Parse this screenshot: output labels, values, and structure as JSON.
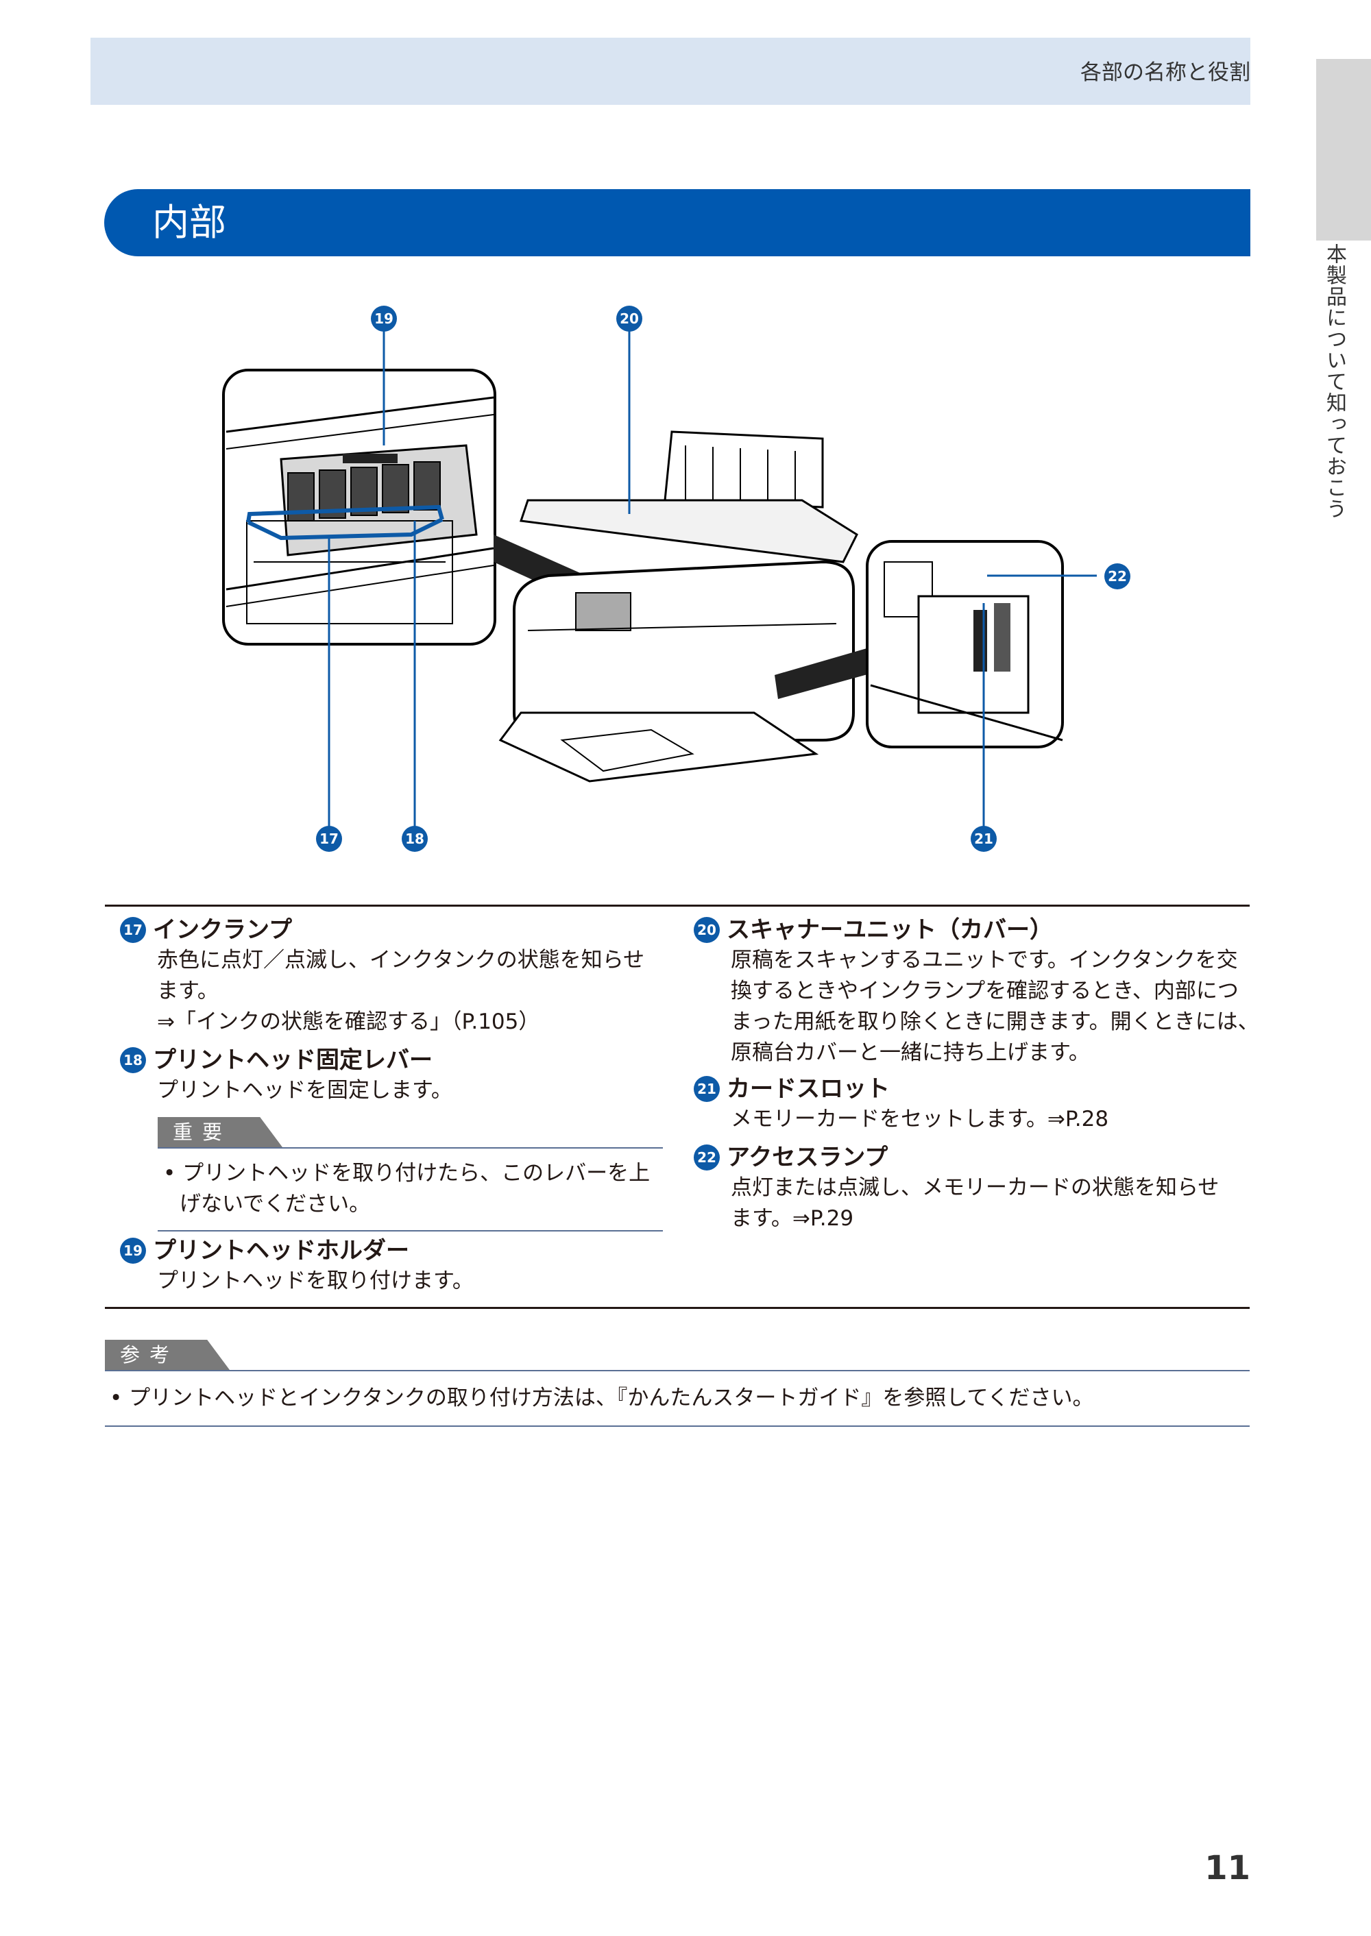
{
  "header": {
    "chapter_title": "各部の名称と役割"
  },
  "side_tab": {
    "label": "本製品について知っておこう"
  },
  "section": {
    "title": "内部"
  },
  "figure": {
    "callouts": {
      "c17": "17",
      "c18": "18",
      "c19": "19",
      "c20": "20",
      "c21": "21",
      "c22": "22"
    }
  },
  "items": {
    "i17": {
      "num": "17",
      "title": "インクランプ",
      "desc_1": "赤色に点灯／点滅し、インクタンクの状態を知らせ",
      "desc_2": "ます。",
      "ref": "⇒「インクの状態を確認する」（P.105）"
    },
    "i18": {
      "num": "18",
      "title": "プリントヘッド固定レバー",
      "desc": "プリントヘッドを固定します。"
    },
    "important": {
      "label": "重要",
      "bullet_1": "• プリントヘッドを取り付けたら、このレバーを上",
      "bullet_2": "げないでください。"
    },
    "i19": {
      "num": "19",
      "title": "プリントヘッドホルダー",
      "desc": "プリントヘッドを取り付けます。"
    },
    "i20": {
      "num": "20",
      "title": "スキャナーユニット（カバー）",
      "desc_1": "原稿をスキャンするユニットです。インクタンクを交",
      "desc_2": "換するときやインクランプを確認するとき、内部につ",
      "desc_3": "まった用紙を取り除くときに開きます。開くときには、",
      "desc_4": "原稿台カバーと一緒に持ち上げます。"
    },
    "i21": {
      "num": "21",
      "title": "カードスロット",
      "desc": "メモリーカードをセットします。⇒P.28"
    },
    "i22": {
      "num": "22",
      "title": "アクセスランプ",
      "desc_1": "点灯または点滅し、メモリーカードの状態を知らせ",
      "desc_2": "ます。⇒P.29"
    }
  },
  "reference": {
    "label": "参考",
    "bullet": "• プリントヘッドとインクタンクの取り付け方法は、『かんたんスタートガイド』を参照してください。"
  },
  "page_number": "11",
  "colors": {
    "accent_blue": "#0058b0",
    "header_band": "#d9e4f2",
    "callout_blue": "#0d5aa7",
    "tag_gray": "#7a7a7a"
  }
}
